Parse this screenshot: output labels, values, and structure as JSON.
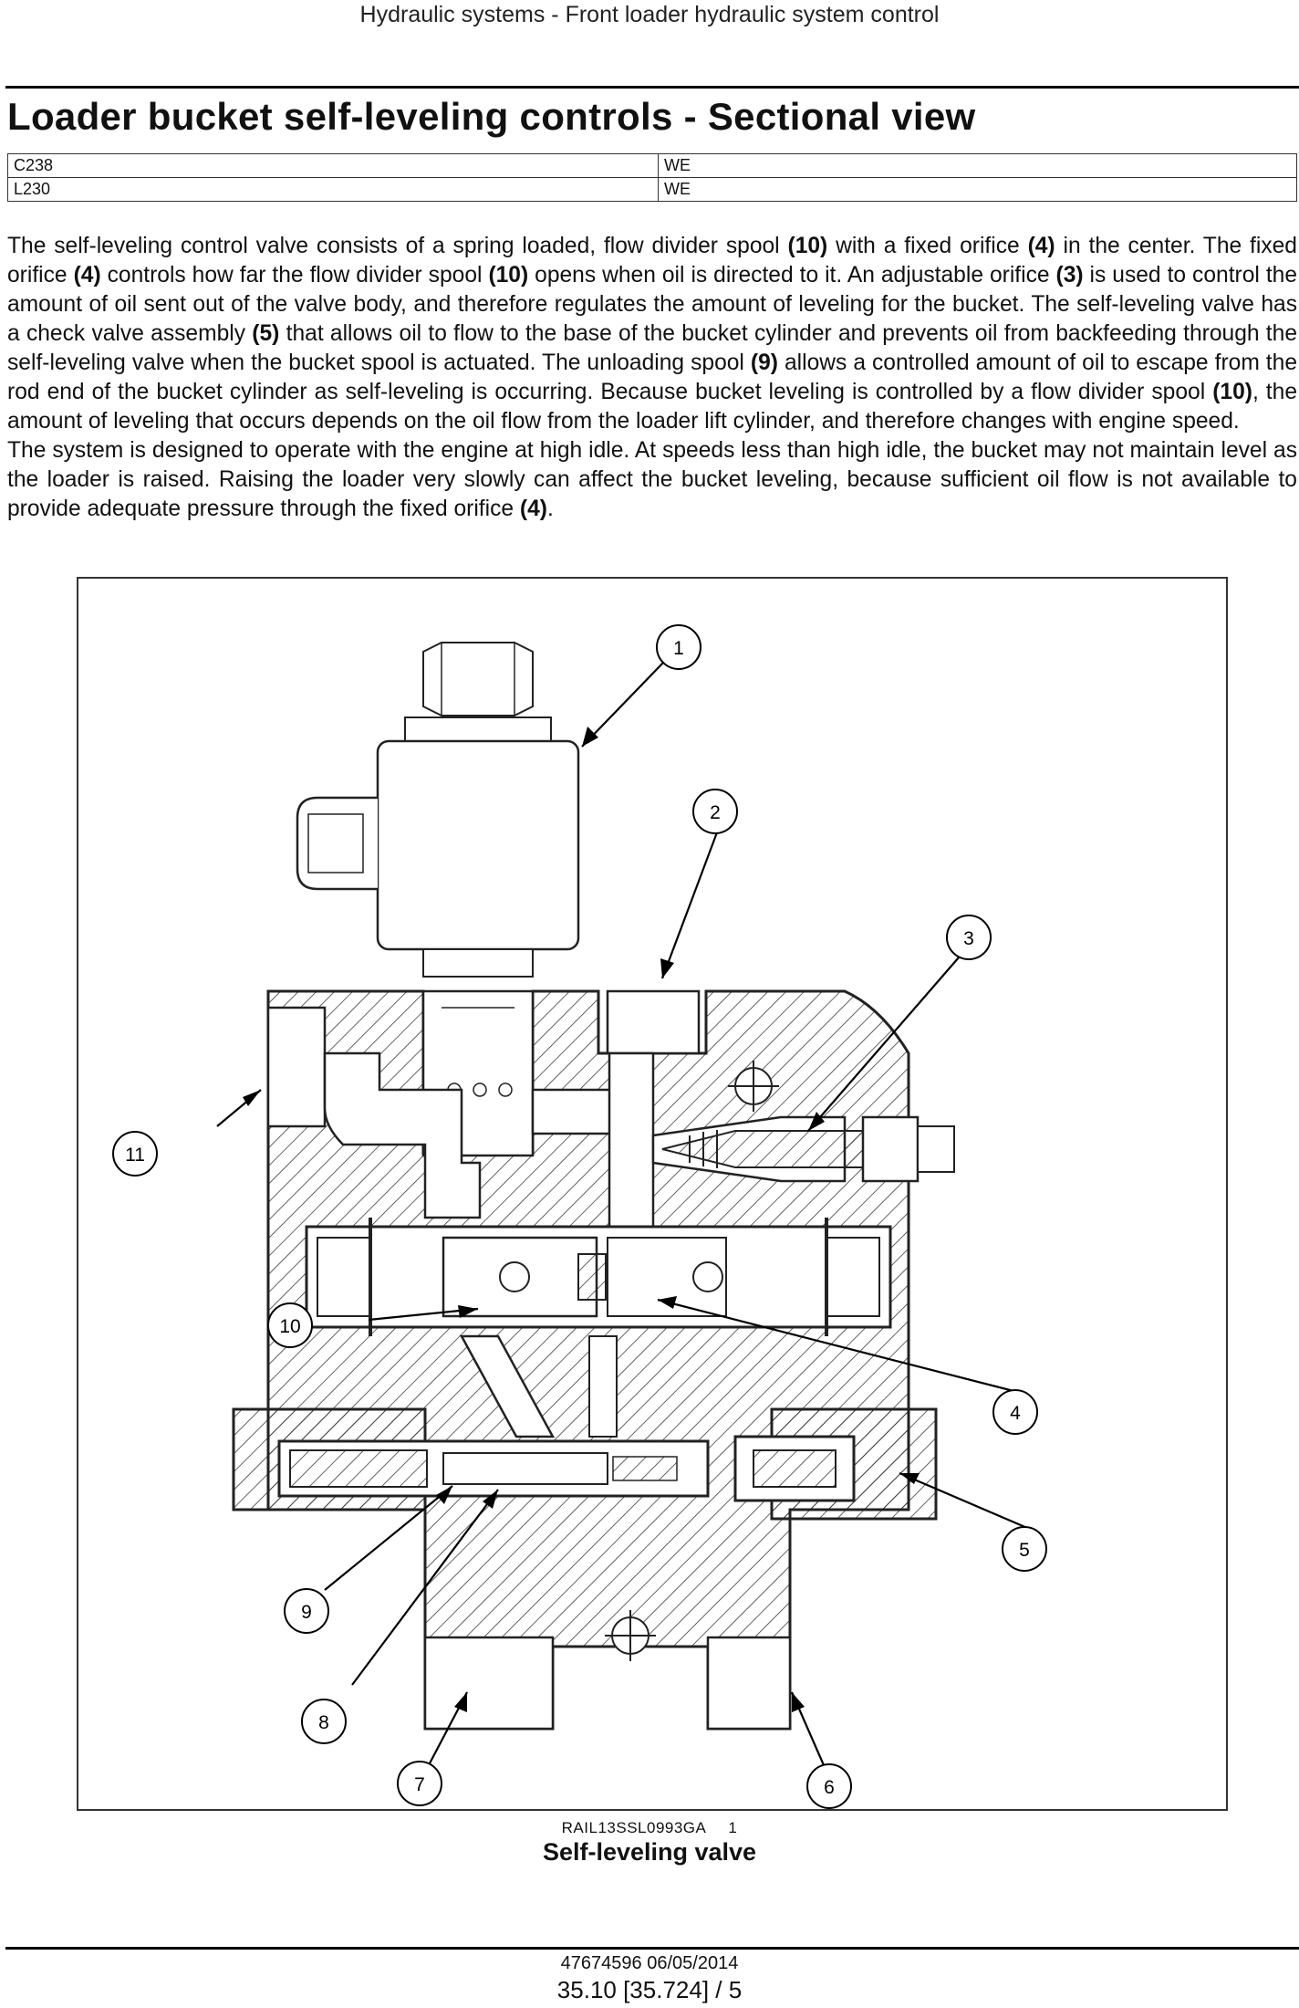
{
  "header": {
    "running_title": "Hydraulic systems - Front loader hydraulic system control"
  },
  "title": "Loader bucket self-leveling controls - Sectional view",
  "models": [
    {
      "code": "C238",
      "region": "WE"
    },
    {
      "code": "L230",
      "region": "WE"
    }
  ],
  "paragraph1": {
    "s01": "The self-leveling control valve consists of a spring loaded, flow divider spool ",
    "r01": "(10)",
    "s02": " with a fixed orifice ",
    "r02": "(4)",
    "s03": " in the center. The fixed orifice ",
    "r03": "(4)",
    "s04": " controls how far the flow divider spool ",
    "r04": "(10)",
    "s05": " opens when oil is directed to it. An adjustable orifice ",
    "r05": "(3)",
    "s06": " is used to control the amount of oil sent out of the valve body, and therefore regulates the amount of leveling for the bucket. The self-leveling valve has a check valve assembly ",
    "r06": "(5)",
    "s07": " that allows oil to flow to the base of the bucket cylinder and prevents oil from backfeeding through the self-leveling valve when the bucket spool is actuated. The unloading spool ",
    "r07": "(9)",
    "s08": " allows a controlled amount of oil to escape from the rod end of the bucket cylinder as self-leveling is occurring. Because bucket leveling is controlled by a flow divider spool ",
    "r08": "(10)",
    "s09": ", the amount of leveling that occurs depends on the oil flow from the loader lift cylinder, and therefore changes with engine speed."
  },
  "paragraph2": {
    "s01": "The system is designed to operate with the engine at high idle.  At speeds less than high idle, the bucket may not maintain level as the loader is raised. Raising the loader very slowly can affect the bucket leveling, because sufficient oil flow is not available to provide adequate pressure through the fixed orifice ",
    "r01": "(4)",
    "s02": "."
  },
  "figure": {
    "callouts": [
      "1",
      "2",
      "3",
      "4",
      "5",
      "6",
      "7",
      "8",
      "9",
      "10",
      "11"
    ],
    "image_id": "RAIL13SSL0993GA",
    "number": "1",
    "caption": "Self-leveling valve"
  },
  "footer": {
    "doc_ref": "47674596 06/05/2014",
    "page_ref": "35.10 [35.724] / 5"
  }
}
